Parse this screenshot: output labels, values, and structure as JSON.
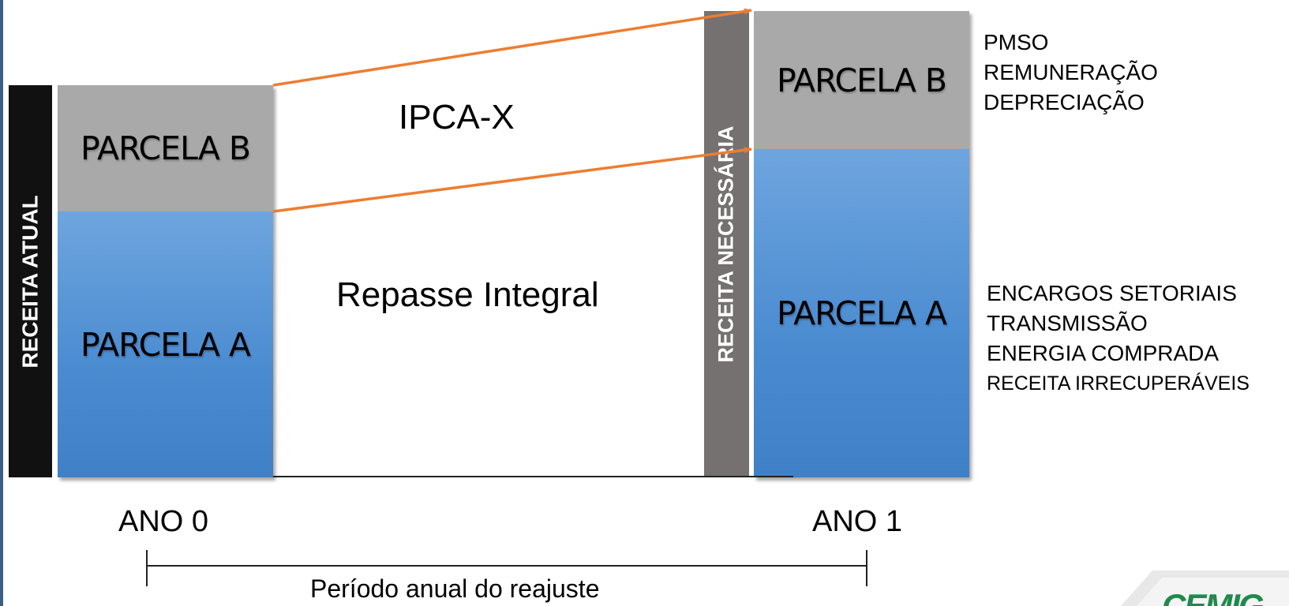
{
  "left_bar_label": "RECEITA ATUAL",
  "middle_bar_label": "RECEITA NECESSÁRIA",
  "year0": {
    "parcela_b": "PARCELA B",
    "parcela_a": "PARCELA A",
    "label": "ANO 0"
  },
  "year1": {
    "parcela_b": "PARCELA B",
    "parcela_a": "PARCELA A",
    "label": "ANO 1"
  },
  "ipca_label": "IPCA-X",
  "repasse_label": "Repasse Integral",
  "parcela_b_items": [
    "PMSO",
    "REMUNERAÇÃO",
    "DEPRECIAÇÃO"
  ],
  "parcela_a_items": [
    "ENCARGOS SETORIAIS",
    "TRANSMISSÃO",
    "ENERGIA COMPRADA",
    "RECEITA IRRECUPERÁVEIS"
  ],
  "period_label": "Período anual do reajuste",
  "logo_text": "CEMIG",
  "colors": {
    "arrow": "#ed7d31",
    "gray_block": "#a9a9a9",
    "blue_block": "#4a8bd0",
    "left_bar": "#111111",
    "middle_bar": "#767171"
  }
}
